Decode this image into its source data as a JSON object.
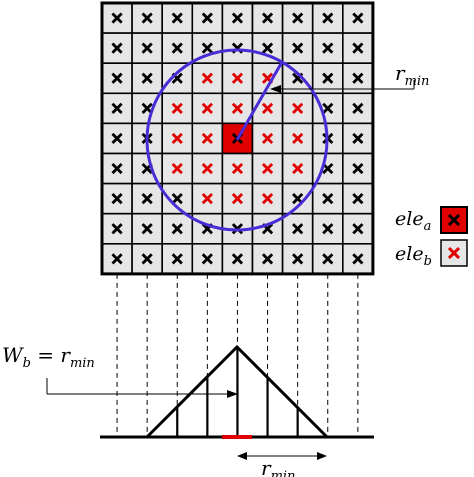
{
  "grid": {
    "rows": 9,
    "cols": 9,
    "cell_fill": "#e6e6e6",
    "cell_stroke": "#000000",
    "center_fill": "#e00000",
    "center_cell": [
      4,
      4
    ],
    "red_cross_color": "#e00000",
    "black_cross_color": "#000000",
    "red_cells": [
      [
        2,
        3
      ],
      [
        2,
        4
      ],
      [
        2,
        5
      ],
      [
        3,
        2
      ],
      [
        3,
        3
      ],
      [
        3,
        4
      ],
      [
        3,
        5
      ],
      [
        3,
        6
      ],
      [
        4,
        2
      ],
      [
        4,
        3
      ],
      [
        4,
        5
      ],
      [
        4,
        6
      ],
      [
        5,
        2
      ],
      [
        5,
        3
      ],
      [
        5,
        4
      ],
      [
        5,
        5
      ],
      [
        5,
        6
      ],
      [
        6,
        3
      ],
      [
        6,
        4
      ],
      [
        6,
        5
      ]
    ]
  },
  "circle": {
    "color": "#4b2bd6"
  },
  "labels": {
    "rmin_top": {
      "main": "r",
      "sub": "min"
    },
    "legend_a": {
      "main": "ele",
      "sub": "a"
    },
    "legend_b": {
      "main": "ele",
      "sub": "b"
    },
    "wb": {
      "main": "W",
      "sub": "b",
      "eq": " = ",
      "rhs_main": "r",
      "rhs_sub": "min"
    },
    "rmin_bottom": {
      "main": "r",
      "sub": "min"
    }
  },
  "legend": {
    "a_fill": "#e00000",
    "a_cross": "#000000",
    "b_fill": "#e6e6e6",
    "b_cross": "#e00000"
  },
  "bottom": {
    "red_segment_color": "#e00000"
  }
}
